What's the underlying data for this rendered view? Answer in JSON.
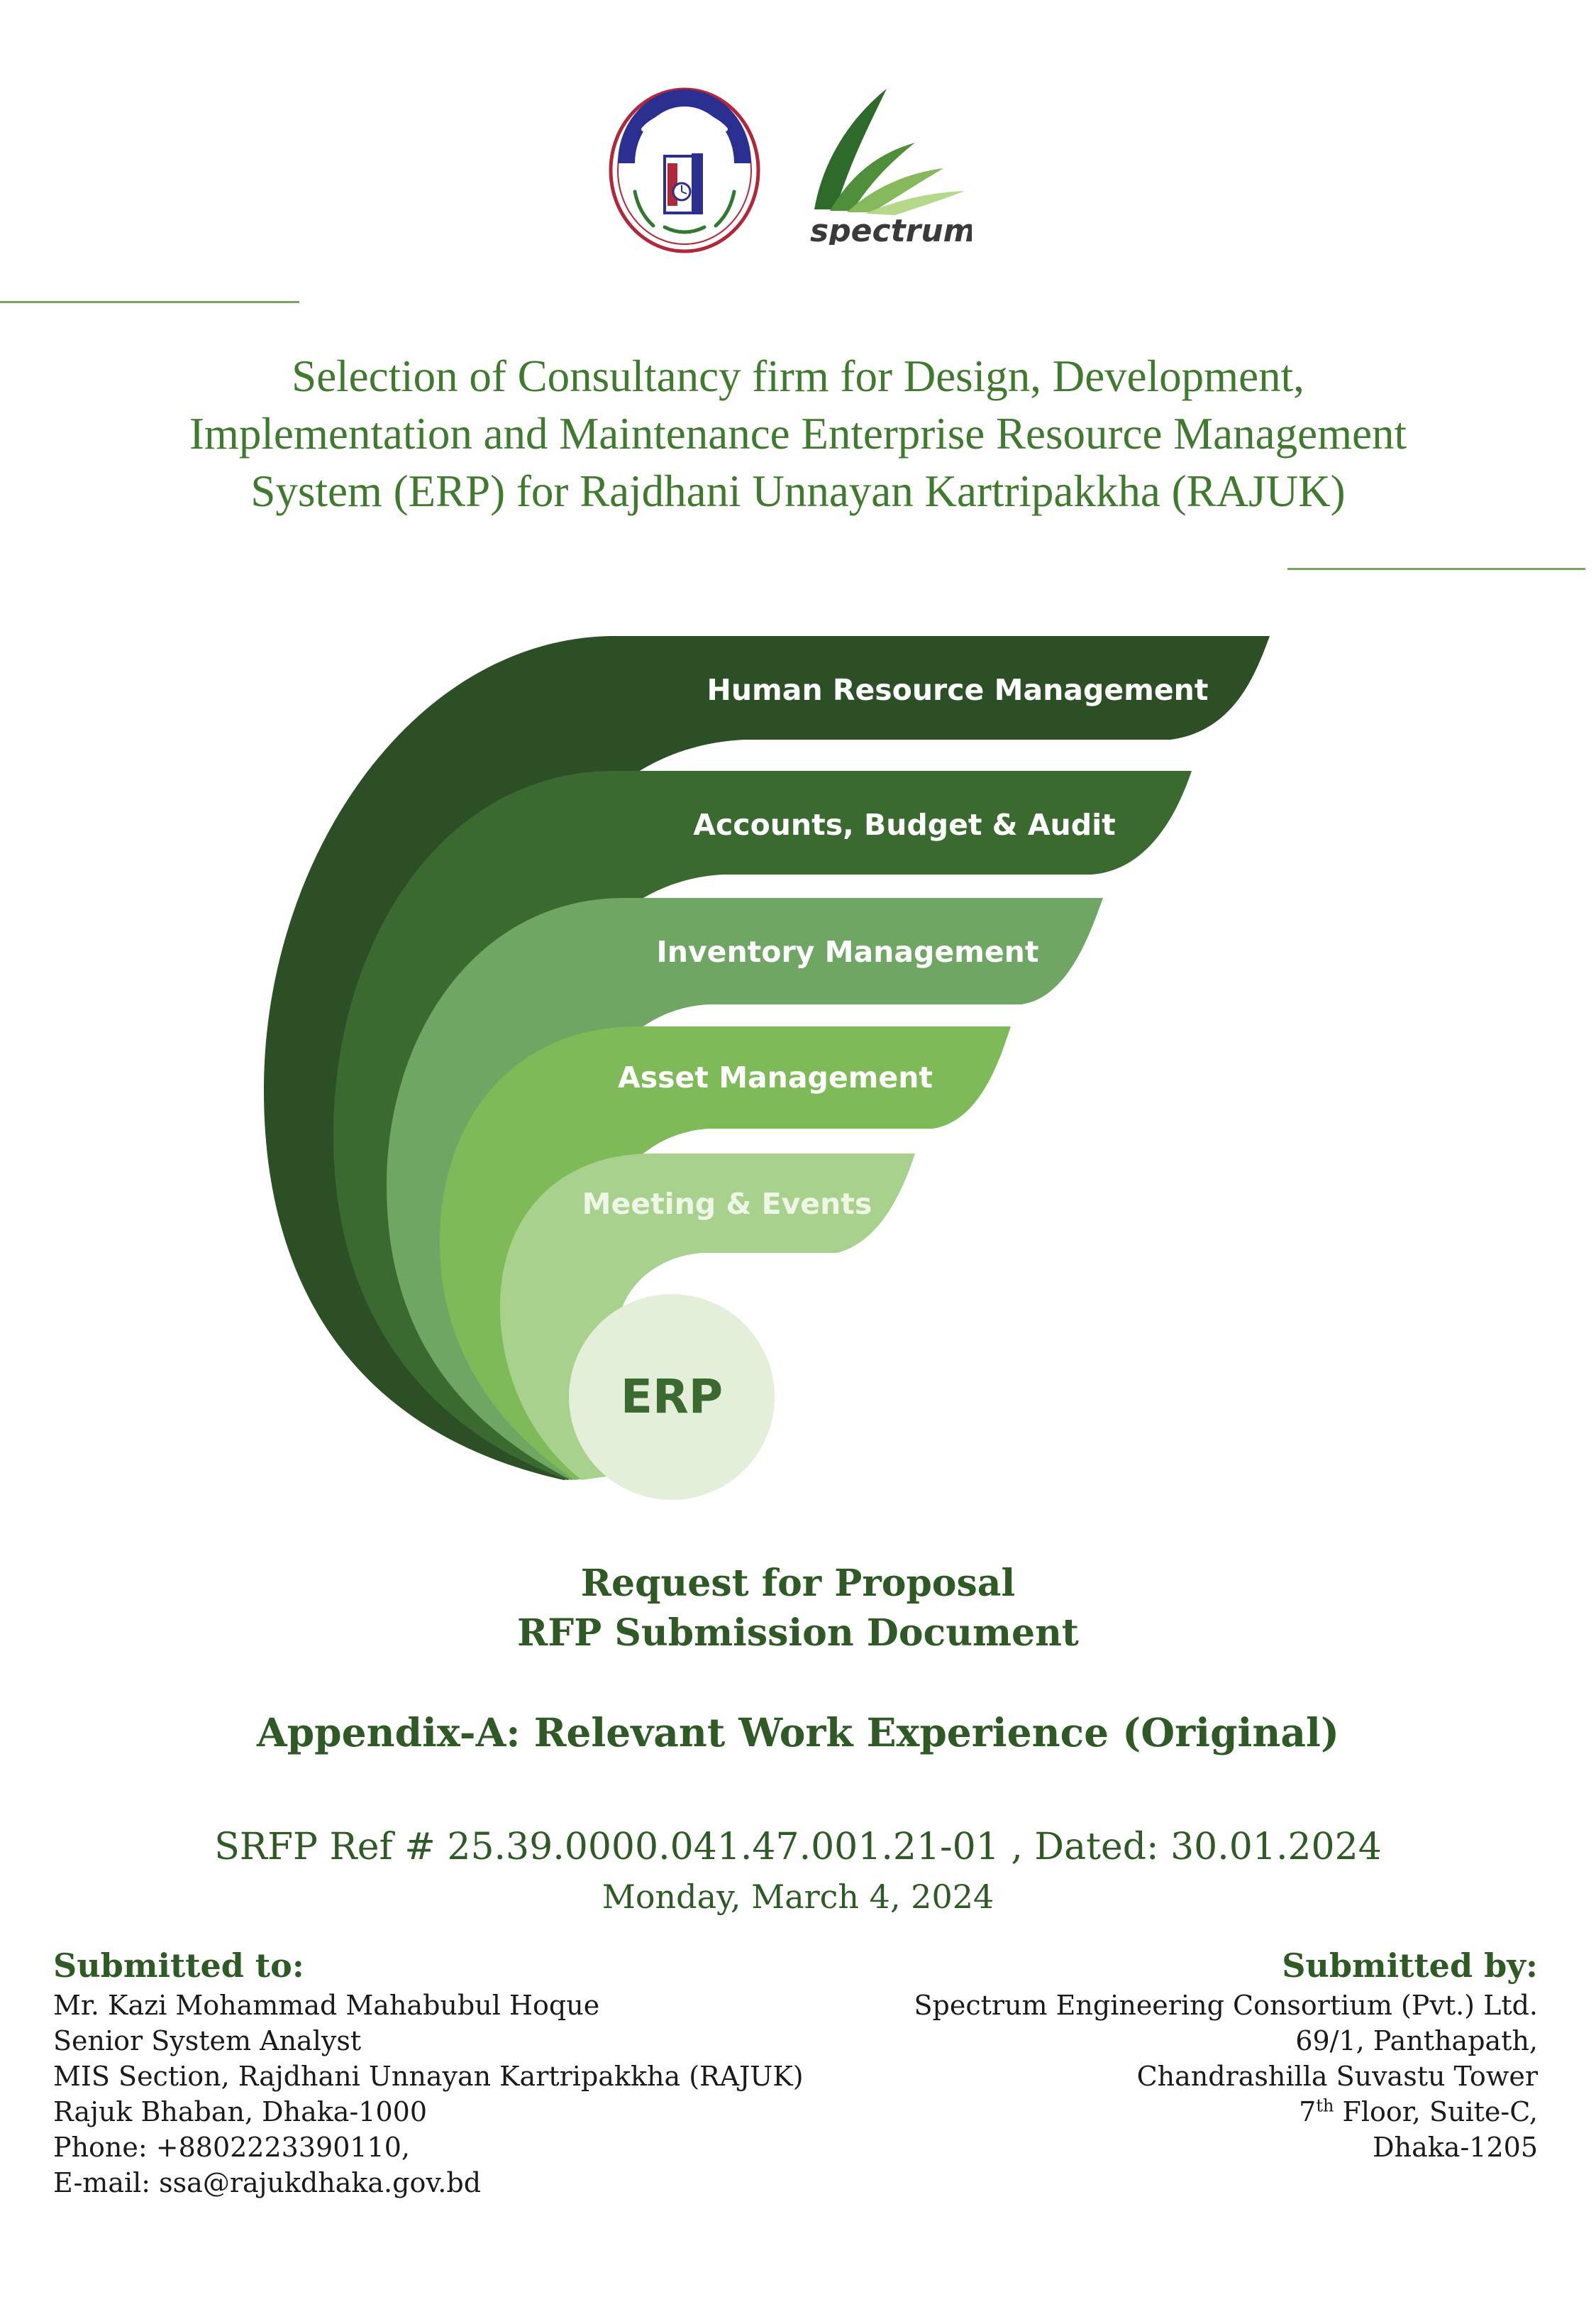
{
  "logos": {
    "rajuk": "rajuk-seal",
    "spectrum": {
      "name": "spectrum-logo",
      "wordmark": "spectrum"
    }
  },
  "title": {
    "line1": "Selection of Consultancy firm for Design, Development,",
    "line2": "Implementation and Maintenance Enterprise Resource Management",
    "line3": "System (ERP) for Rajdhani Unnayan Kartripakkha (RAJUK)"
  },
  "diagram": {
    "center": "ERP",
    "layers": [
      {
        "label": "Human Resource Management",
        "color": "#2d4f26"
      },
      {
        "label": "Accounts, Budget & Audit",
        "color": "#3b6a30"
      },
      {
        "label": "Inventory Management",
        "color": "#6fa663"
      },
      {
        "label": "Asset Management",
        "color": "#7ebb58"
      },
      {
        "label": "Meeting & Events",
        "color": "#a9d18e"
      }
    ],
    "center_fill": "#e3efd9",
    "center_text_color": "#3b6a30"
  },
  "rfp": {
    "line1": "Request for Proposal",
    "line2": "RFP Submission Document"
  },
  "appendix": "Appendix-A: Relevant Work Experience (Original)",
  "srfp_ref": "SRFP Ref # 25.39.0000.041.47.001.21-01 , Dated: 30.01.2024",
  "date": "Monday, March 4, 2024",
  "submitted_to": {
    "heading": "Submitted to:",
    "lines": [
      "Mr. Kazi Mohammad Mahabubul Hoque",
      "Senior System Analyst",
      "MIS Section, Rajdhani Unnayan Kartripakkha (RAJUK)",
      "Rajuk Bhaban, Dhaka-1000",
      "Phone: +8802223390110,",
      "E-mail: ssa@rajukdhaka.gov.bd"
    ]
  },
  "submitted_by": {
    "heading": "Submitted by:",
    "line1": "Spectrum Engineering Consortium (Pvt.) Ltd.",
    "line2": "69/1, Panthapath,",
    "line3": "Chandrashilla Suvastu Tower",
    "floor_num": "7",
    "floor_sup": "th",
    "floor_rest": " Floor, Suite-C,",
    "line5": "Dhaka-1205"
  },
  "colors": {
    "accent": "#3f7a2e",
    "heading_green": "#2f5a26",
    "rule_green": "#7aa35f"
  }
}
